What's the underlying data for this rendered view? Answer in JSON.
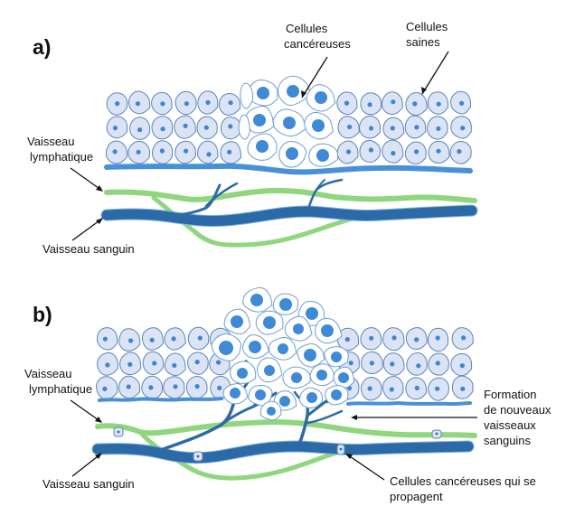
{
  "title": "Angiogenèse tumorale et dissémination des cellules cancéreuses",
  "panel_a": {
    "label": "a)",
    "labels": {
      "cancer_cells": [
        "Cellules",
        "cancéreuses"
      ],
      "healthy_cells": [
        "Cellules",
        "saines"
      ],
      "lymph_vessel": [
        "Vaisseau",
        "lymphatique"
      ],
      "blood_vessel": "Vaisseau sanguin"
    }
  },
  "panel_b": {
    "label": "b)",
    "labels": {
      "lymph_vessel": [
        "Vaisseau",
        "lymphatique"
      ],
      "blood_vessel": "Vaisseau sanguin",
      "new_vessels": [
        "Formation",
        "de nouveaux",
        "vaisseaux",
        "sanguins"
      ],
      "spreading_cells": [
        "Cellules cancéreuses qui se",
        "propagent"
      ]
    }
  },
  "colors": {
    "healthy_cell_fill": "#dbe3f5",
    "healthy_cell_stroke": "#5b86b8",
    "nucleus": "#3e86d0",
    "cancer_cell_fill": "#ffffff",
    "membrane": "#4a90d9",
    "lymph_vessel": "#8fd67e",
    "blood_vessel": "#2b6aa6"
  }
}
